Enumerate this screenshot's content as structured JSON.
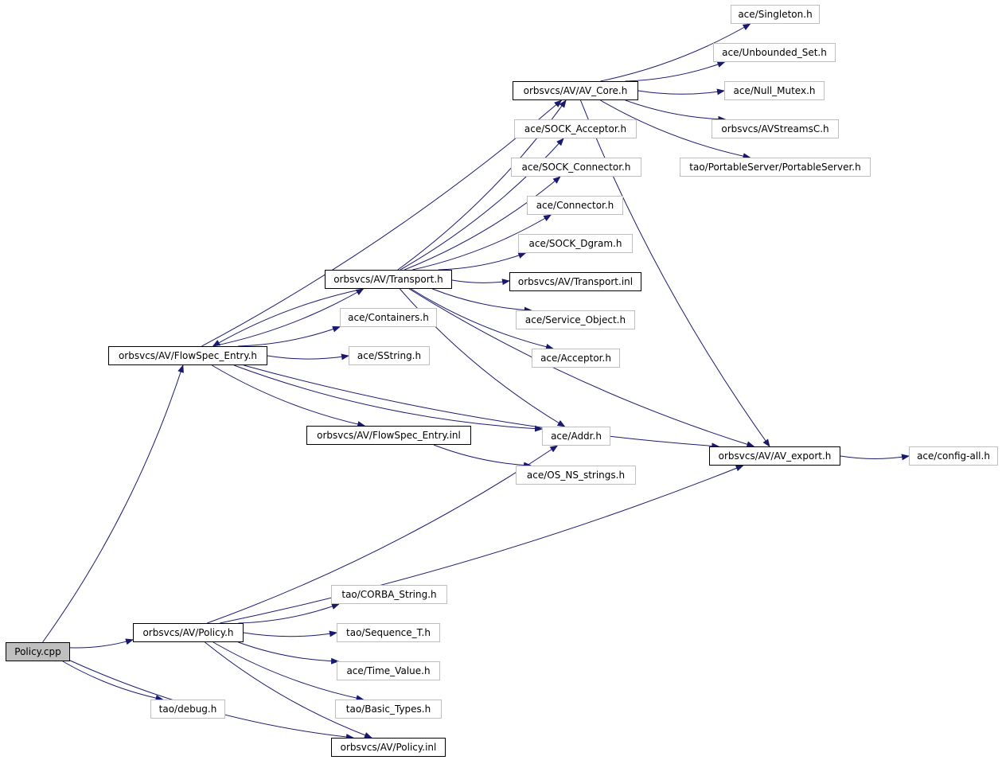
{
  "colors": {
    "edge": "#191970",
    "solid_border": "#000000",
    "faint_border": "#bfbfbf",
    "root_fill": "#bfbfbf"
  },
  "nodes": {
    "policy_cpp": "Policy.cpp",
    "policy_h": "orbsvcs/AV/Policy.h",
    "policy_inl": "orbsvcs/AV/Policy.inl",
    "tao_debug": "tao/debug.h",
    "flowspec_h": "orbsvcs/AV/FlowSpec_Entry.h",
    "flowspec_inl": "orbsvcs/AV/FlowSpec_Entry.inl",
    "transport_h": "orbsvcs/AV/Transport.h",
    "transport_inl": "orbsvcs/AV/Transport.inl",
    "av_core": "orbsvcs/AV/AV_Core.h",
    "av_export": "orbsvcs/AV/AV_export.h",
    "config_all": "ace/config-all.h",
    "singleton": "ace/Singleton.h",
    "unbounded_set": "ace/Unbounded_Set.h",
    "null_mutex": "ace/Null_Mutex.h",
    "avstreamsc": "orbsvcs/AVStreamsC.h",
    "portable_server": "tao/PortableServer/PortableServer.h",
    "sock_acceptor": "ace/SOCK_Acceptor.h",
    "sock_connector": "ace/SOCK_Connector.h",
    "connector": "ace/Connector.h",
    "sock_dgram": "ace/SOCK_Dgram.h",
    "service_object": "ace/Service_Object.h",
    "acceptor": "ace/Acceptor.h",
    "addr": "ace/Addr.h",
    "os_ns_strings": "ace/OS_NS_strings.h",
    "containers": "ace/Containers.h",
    "sstring": "ace/SString.h",
    "corba_string": "tao/CORBA_String.h",
    "sequence_t": "tao/Sequence_T.h",
    "time_value": "ace/Time_Value.h",
    "basic_types": "tao/Basic_Types.h"
  },
  "edges": [
    [
      "policy_cpp",
      "policy_h"
    ],
    [
      "policy_cpp",
      "flowspec_h"
    ],
    [
      "policy_cpp",
      "tao_debug"
    ],
    [
      "policy_cpp",
      "policy_inl"
    ],
    [
      "policy_h",
      "addr"
    ],
    [
      "policy_h",
      "av_export"
    ],
    [
      "policy_h",
      "corba_string"
    ],
    [
      "policy_h",
      "sequence_t"
    ],
    [
      "policy_h",
      "time_value"
    ],
    [
      "policy_h",
      "basic_types"
    ],
    [
      "policy_h",
      "policy_inl"
    ],
    [
      "flowspec_h",
      "av_core"
    ],
    [
      "flowspec_h",
      "transport_h"
    ],
    [
      "flowspec_h",
      "containers"
    ],
    [
      "flowspec_h",
      "sstring"
    ],
    [
      "flowspec_h",
      "addr"
    ],
    [
      "flowspec_h",
      "flowspec_inl"
    ],
    [
      "flowspec_h",
      "av_export"
    ],
    [
      "transport_h",
      "av_core"
    ],
    [
      "transport_h",
      "flowspec_h"
    ],
    [
      "transport_h",
      "sock_acceptor"
    ],
    [
      "transport_h",
      "sock_connector"
    ],
    [
      "transport_h",
      "connector"
    ],
    [
      "transport_h",
      "sock_dgram"
    ],
    [
      "transport_h",
      "transport_inl"
    ],
    [
      "transport_h",
      "service_object"
    ],
    [
      "transport_h",
      "acceptor"
    ],
    [
      "transport_h",
      "addr"
    ],
    [
      "transport_h",
      "av_export"
    ],
    [
      "av_core",
      "singleton"
    ],
    [
      "av_core",
      "unbounded_set"
    ],
    [
      "av_core",
      "null_mutex"
    ],
    [
      "av_core",
      "avstreamsc"
    ],
    [
      "av_core",
      "portable_server"
    ],
    [
      "av_core",
      "av_export"
    ],
    [
      "flowspec_inl",
      "os_ns_strings"
    ],
    [
      "av_export",
      "config_all"
    ]
  ]
}
